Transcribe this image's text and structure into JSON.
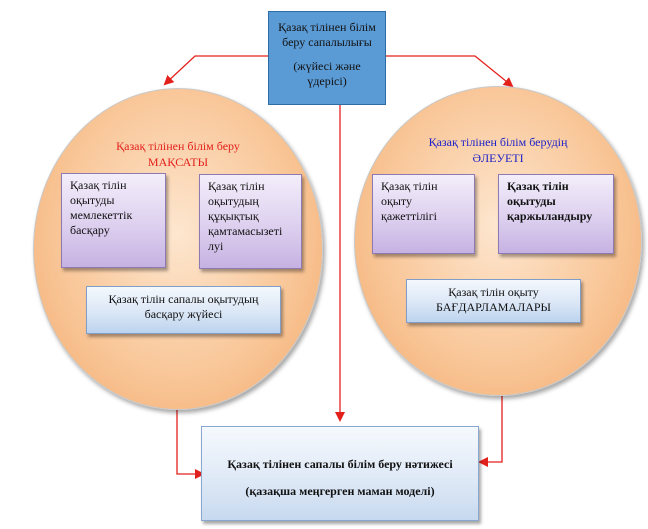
{
  "top_box": {
    "line1": "Қазақ тілінен білім",
    "line2": "беру сапалылығы",
    "line3": "(жүйесі және",
    "line4": "үдерісі)"
  },
  "left_oval": {
    "title_line1": "Қазақ  тілінен білім беру",
    "title_line2": "МАҚСАТЫ",
    "box1": [
      "Қазақ тілін",
      "оқытуды",
      "мемлекеттік",
      "басқару"
    ],
    "box2": [
      "Қазақ тілін",
      "оқытудың",
      "құқықтық",
      "қамтамасызеті",
      "луі"
    ],
    "box3": [
      "Қазақ тілін сапалы оқытудың",
      "басқару жүйесі"
    ]
  },
  "right_oval": {
    "title_line1": "Қазақ тілінен білім берудің",
    "title_line2": "ӘЛЕУЕТІ",
    "box1": [
      "Қазақ тілін",
      "оқыту",
      "қажеттілігі"
    ],
    "box2": [
      "Қазақ тілін",
      "оқытуды",
      "қаржыландыру"
    ],
    "box3": [
      "Қазақ тілін оқыту",
      "БАҒДАРЛАМАЛАРЫ"
    ]
  },
  "result_box": {
    "line1": "Қазақ тілінен сапалы білім беру нәтижесі",
    "line2": "(қазақша  меңгерген маман моделі)"
  },
  "colors": {
    "arrow": "#e3211c",
    "top_box": "#5b9bd5",
    "left_title": "#e3211c",
    "right_title": "#1c21c9"
  }
}
